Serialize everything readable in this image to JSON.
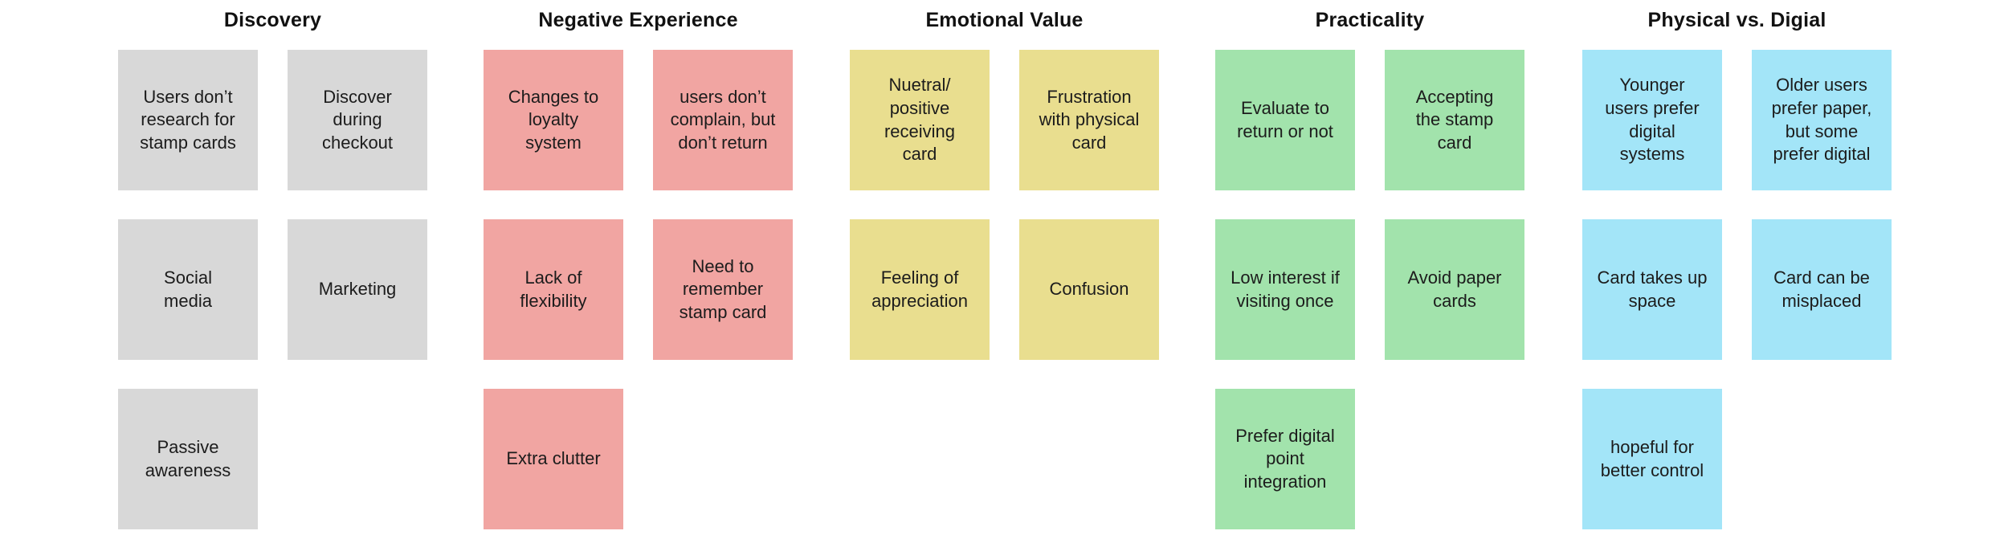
{
  "board": {
    "background": "#ffffff",
    "note_text_color": "#1c1c1c",
    "title_color": "#111111"
  },
  "columns": [
    {
      "title": "Discovery",
      "note_color": "#d8d8d8",
      "notes": [
        "Users don’t\nresearch for\nstamp cards",
        "Discover\nduring\ncheckout",
        "Social\nmedia",
        "Marketing",
        "Passive\nawareness"
      ]
    },
    {
      "title": "Negative Experience",
      "note_color": "#f1a5a2",
      "notes": [
        "Changes to\nloyalty\nsystem",
        "users don’t\ncomplain, but\ndon’t return",
        "Lack of\nflexibility",
        "Need to\nremember\nstamp card",
        "Extra clutter"
      ]
    },
    {
      "title": "Emotional Value",
      "note_color": "#e9de8f",
      "notes": [
        "Nuetral/\npositive\nreceiving\ncard",
        "Frustration\nwith physical\ncard",
        "Feeling of\nappreciation",
        "Confusion"
      ]
    },
    {
      "title": "Practicality",
      "note_color": "#a2e3ac",
      "notes": [
        "Evaluate to\nreturn or not",
        "Accepting\nthe stamp\ncard",
        "Low interest if\nvisiting once",
        "Avoid paper\ncards",
        "Prefer digital\npoint\nintegration"
      ]
    },
    {
      "title": "Physical vs. Digial",
      "note_color": "#a3e5f8",
      "notes": [
        "Younger\nusers prefer\ndigital\nsystems",
        "Older users\nprefer paper,\nbut some\nprefer digital",
        "Card takes up\nspace",
        "Card can be\nmisplaced",
        "hopeful for\nbetter control"
      ]
    }
  ]
}
